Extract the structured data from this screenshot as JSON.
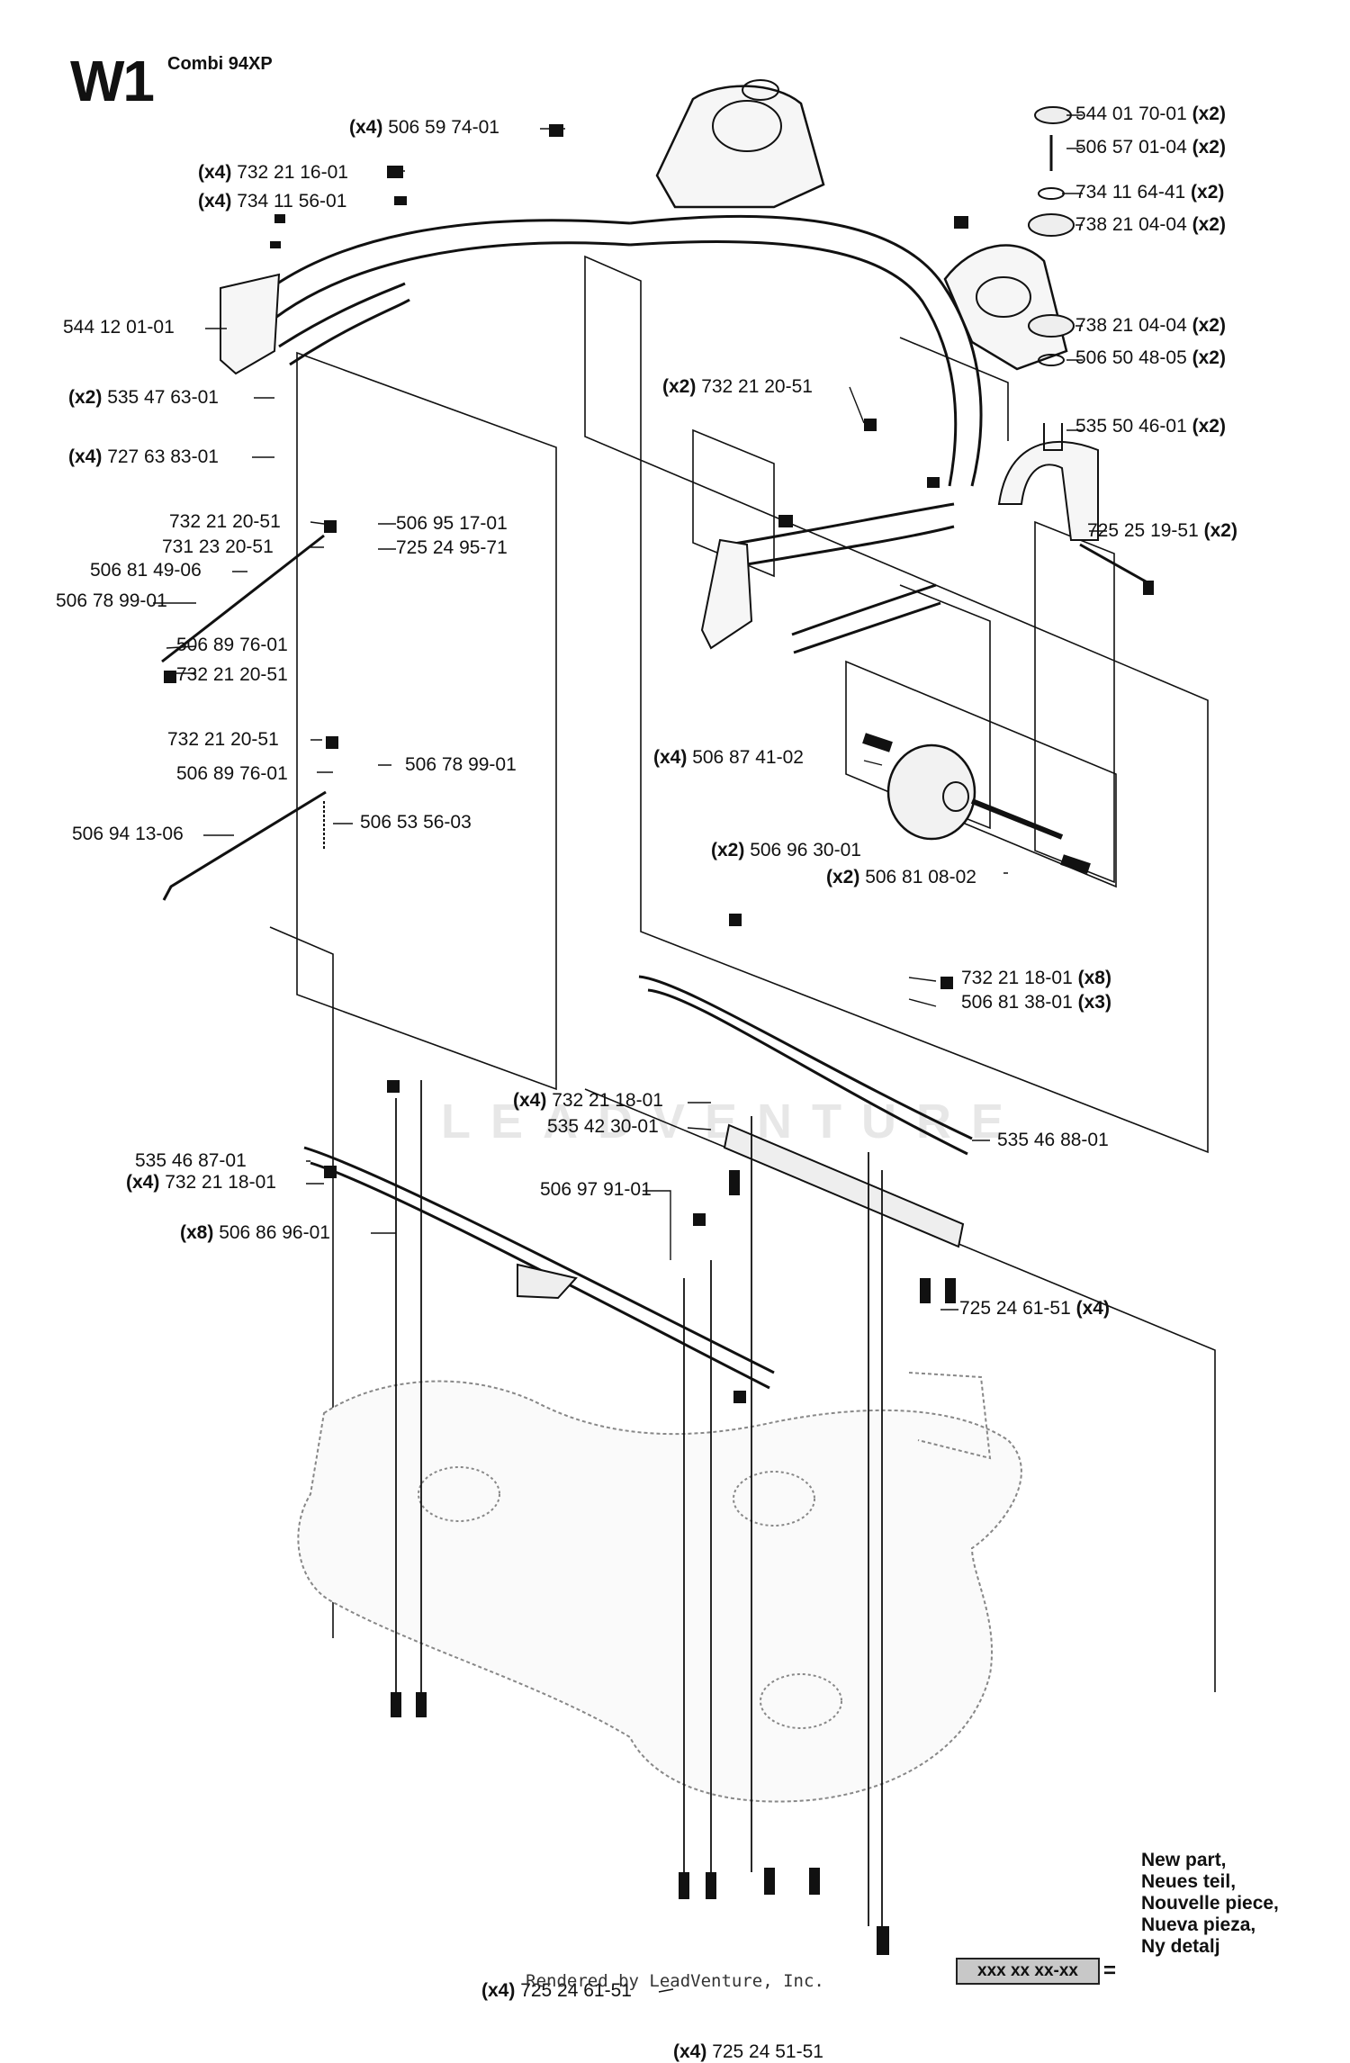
{
  "header": {
    "title": "W1",
    "subtitle": "Combi 94XP"
  },
  "watermark": "LEADVENTURE",
  "labels": [
    {
      "qty": "(x4)",
      "part": "506 59 74-01",
      "suffix": ""
    },
    {
      "qty": "(x4)",
      "part": "732 21 16-01",
      "suffix": ""
    },
    {
      "qty": "(x4)",
      "part": "734 11 56-01",
      "suffix": ""
    },
    {
      "qty": "",
      "part": "544 12 01-01",
      "suffix": ""
    },
    {
      "qty": "(x2)",
      "part": "535 47 63-01",
      "suffix": ""
    },
    {
      "qty": "(x4)",
      "part": "727 63 83-01",
      "suffix": ""
    },
    {
      "qty": "",
      "part": "544 01 70-01",
      "suffix": "(x2)"
    },
    {
      "qty": "",
      "part": "506 57 01-04",
      "suffix": "(x2)"
    },
    {
      "qty": "",
      "part": "734 11 64-41",
      "suffix": "(x2)"
    },
    {
      "qty": "",
      "part": "738 21 04-04",
      "suffix": "(x2)"
    },
    {
      "qty": "",
      "part": "738 21 04-04",
      "suffix": "(x2)"
    },
    {
      "qty": "",
      "part": "506 50 48-05",
      "suffix": "(x2)"
    },
    {
      "qty": "(x2)",
      "part": "732 21 20-51",
      "suffix": ""
    },
    {
      "qty": "",
      "part": "535 50 46-01",
      "suffix": "(x2)"
    },
    {
      "qty": "",
      "part": "725 25 19-51",
      "suffix": "(x2)"
    },
    {
      "qty": "",
      "part": "732 21 20-51",
      "suffix": ""
    },
    {
      "qty": "",
      "part": "506 95 17-01",
      "suffix": ""
    },
    {
      "qty": "",
      "part": "731 23 20-51",
      "suffix": ""
    },
    {
      "qty": "",
      "part": "725 24 95-71",
      "suffix": ""
    },
    {
      "qty": "",
      "part": "506 81 49-06",
      "suffix": ""
    },
    {
      "qty": "",
      "part": "506 78 99-01",
      "suffix": ""
    },
    {
      "qty": "",
      "part": "506 89 76-01",
      "suffix": ""
    },
    {
      "qty": "",
      "part": "732 21 20-51",
      "suffix": ""
    },
    {
      "qty": "",
      "part": "732 21 20-51",
      "suffix": ""
    },
    {
      "qty": "",
      "part": "506 78 99-01",
      "suffix": ""
    },
    {
      "qty": "",
      "part": "506 89 76-01",
      "suffix": ""
    },
    {
      "qty": "",
      "part": "506 53 56-03",
      "suffix": ""
    },
    {
      "qty": "",
      "part": "506 94 13-06",
      "suffix": ""
    },
    {
      "qty": "(x4)",
      "part": "506 87 41-02",
      "suffix": ""
    },
    {
      "qty": "(x2)",
      "part": "506 96 30-01",
      "suffix": ""
    },
    {
      "qty": "(x2)",
      "part": "506 81 08-02",
      "suffix": ""
    },
    {
      "qty": "",
      "part": "732 21 18-01",
      "suffix": "(x8)"
    },
    {
      "qty": "",
      "part": "506 81 38-01",
      "suffix": "(x3)"
    },
    {
      "qty": "(x4)",
      "part": "732 21 18-01",
      "suffix": ""
    },
    {
      "qty": "",
      "part": "535 42 30-01",
      "suffix": ""
    },
    {
      "qty": "",
      "part": "535 46 88-01",
      "suffix": ""
    },
    {
      "qty": "",
      "part": "535 46 87-01",
      "suffix": ""
    },
    {
      "qty": "(x4)",
      "part": "732 21 18-01",
      "suffix": ""
    },
    {
      "qty": "",
      "part": "506 97 91-01",
      "suffix": ""
    },
    {
      "qty": "(x8)",
      "part": "506 86 96-01",
      "suffix": ""
    },
    {
      "qty": "",
      "part": "725 24 61-51",
      "suffix": "(x4)"
    },
    {
      "qty": "(x4)",
      "part": "725 24 61-51",
      "suffix": ""
    },
    {
      "qty": "(x4)",
      "part": "725 24 51-51",
      "suffix": ""
    }
  ],
  "legend": {
    "lines": [
      "New part,",
      "Neues teil,",
      "Nouvelle piece,",
      "Nueva pieza,",
      "Ny detalj"
    ],
    "code": "xxx xx xx-xx",
    "equals": "="
  },
  "footer": "Rendered by LeadVenture, Inc."
}
